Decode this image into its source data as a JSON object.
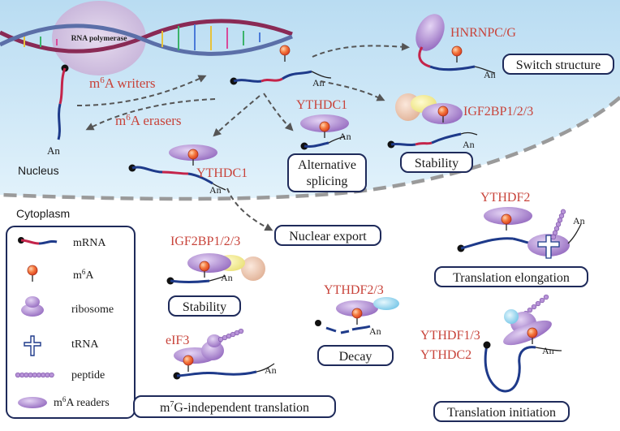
{
  "nucleus_label": "Nucleus",
  "cytoplasm_label": "Cytoplasm",
  "rna_polymerase": "RNA polymerase",
  "writers": {
    "m": "m",
    "six": "6",
    "rest": "A writers"
  },
  "erasers": {
    "m": "m",
    "six": "6",
    "rest": "A erasers"
  },
  "tail": "An",
  "readers": {
    "hnrnpc": "HNRNPC/G",
    "ythdc1_nuc": "YTHDC1",
    "igf2bp_nuc": "IGF2BP1/2/3",
    "ythdc1_exp": "YTHDC1",
    "ythdf2": "YTHDF2",
    "igf2bp_cyto": "IGF2BP1/2/3",
    "ythdf23": "YTHDF2/3",
    "eif3": "eIF3",
    "ythdf13": "YTHDF1/3",
    "ythdc2": "YTHDC2"
  },
  "processes": {
    "switch": "Switch structure",
    "alt1": "Alternative",
    "alt2": "splicing",
    "stab_nuc": "Stability",
    "export": "Nuclear export",
    "elong": "Translation elongation",
    "stab_cyto": "Stability",
    "decay": "Decay",
    "m7g": {
      "m": "m",
      "seven": "7",
      "rest": "G-independent translation"
    },
    "init": "Translation initiation"
  },
  "legend": {
    "mrna": "mRNA",
    "m6a": {
      "m": "m",
      "six": "6",
      "rest": "A"
    },
    "ribosome": "ribosome",
    "trna": "tRNA",
    "peptide": "peptide",
    "readers": {
      "m": "m",
      "six": "6",
      "rest": "A readers"
    }
  },
  "colors": {
    "nucleus_fill": "#d4ebf7",
    "reader_purple": "#a37ec7",
    "strand_blue": "#1e3a8a",
    "strand_red": "#c4244a",
    "m6a_orange": "#f05a32",
    "label_red": "#c8433a",
    "box_border": "#1e2a5a"
  }
}
